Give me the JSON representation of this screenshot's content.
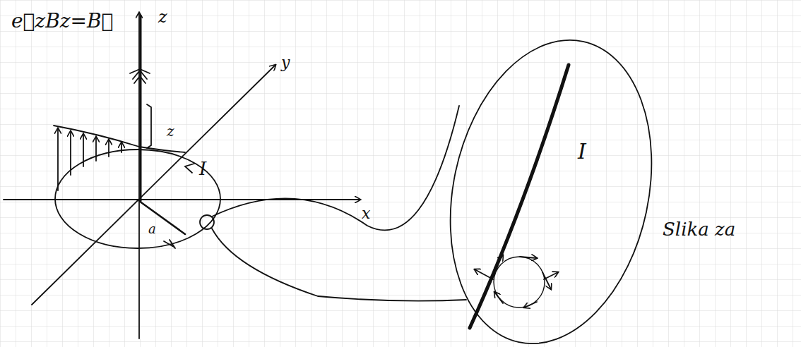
{
  "diagram": {
    "labels": [
      "e⃗zBz=B⃗",
      "z",
      "y",
      "x",
      "z",
      "I",
      "a",
      "I",
      "Slika za"
    ]
  }
}
